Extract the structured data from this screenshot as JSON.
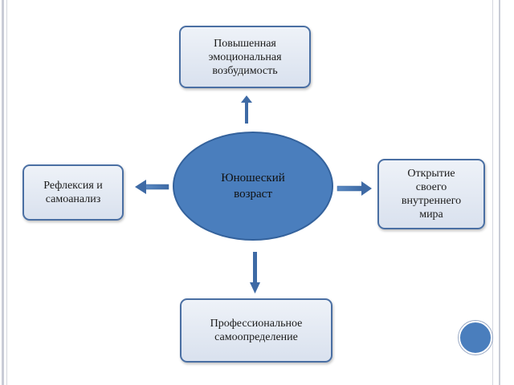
{
  "diagram": {
    "center": {
      "text": "Юношеский\nвозраст"
    },
    "top": {
      "text": "Повышенная\nэмоциональная\nвозбудимость"
    },
    "left": {
      "text": "Рефлексия и\nсамоанализ"
    },
    "right": {
      "text": "Открытие\nсвоего\nвнутреннего\nмира"
    },
    "bottom": {
      "text": "Профессиональное\nсамоопределение"
    }
  }
}
